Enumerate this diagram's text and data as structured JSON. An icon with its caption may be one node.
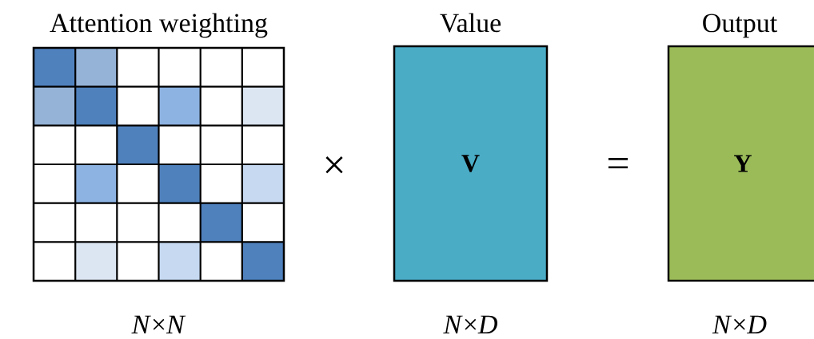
{
  "diagram": {
    "nodes": [
      {
        "text": [
          "Attention weighting"
        ],
        "beside": [
          "*N*×*N*"
        ]
      },
      {
        "text": [
          "Value",
          "**V**"
        ],
        "beside": [
          "*N*×*D*"
        ]
      },
      {
        "text": [
          "Output",
          "**Y**"
        ],
        "beside": [
          "*N*×*D*"
        ]
      }
    ],
    "edges": [],
    "labels": [
      "×",
      "="
    ]
  }
}
